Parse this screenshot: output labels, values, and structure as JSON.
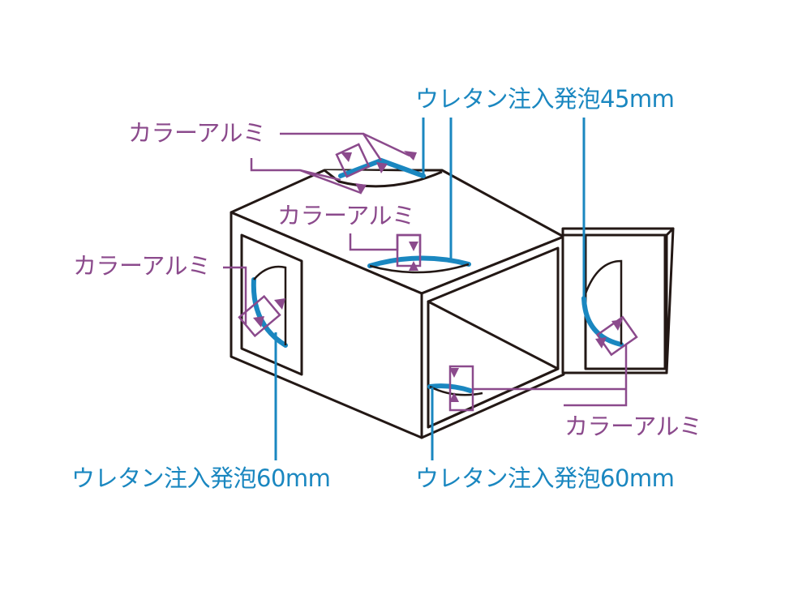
{
  "labels": {
    "urethane_45": "ウレタン注入発泡45mm",
    "urethane_60_left": "ウレタン注入発泡60mm",
    "urethane_60_right": "ウレタン注入発泡60mm",
    "alum_top": "カラーアルミ",
    "alum_center": "カラーアルミ",
    "alum_left": "カラーアルミ",
    "alum_right": "カラーアルミ"
  },
  "colors": {
    "outline": "#231815",
    "alum": "#8b4a8c",
    "urethane": "#1a87c0",
    "background": "#ffffff"
  }
}
